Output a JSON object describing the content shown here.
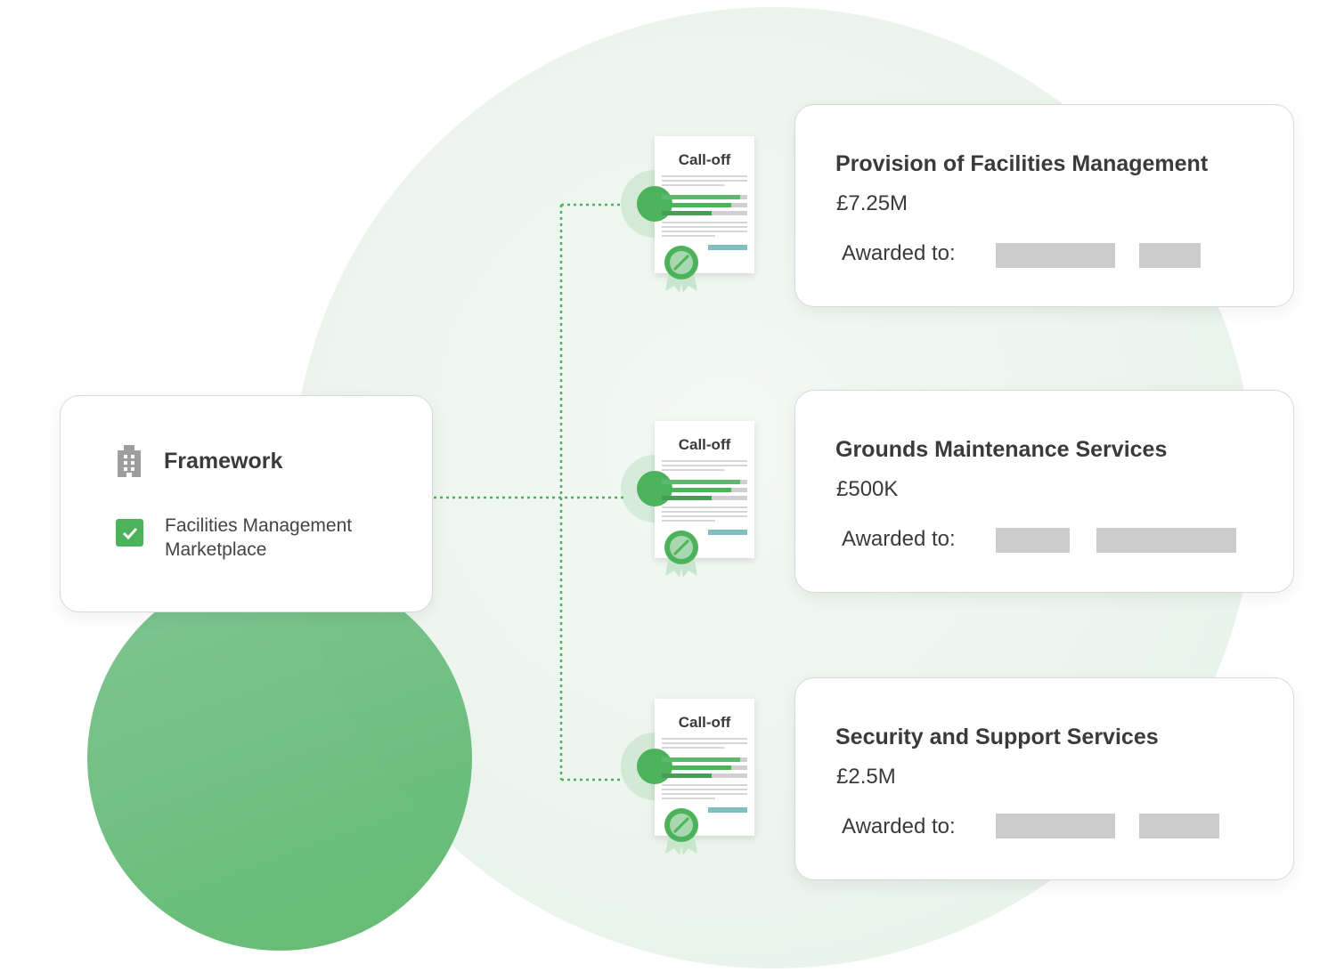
{
  "framework": {
    "title": "Framework",
    "item": "Facilities Management Marketplace",
    "building_icon": "building-icon",
    "check_icon": "checkbox-checked-icon"
  },
  "doc_label": "Call-off",
  "awards": [
    {
      "title": "Provision of Facilities Management",
      "value": "£7.25M",
      "awarded_label": "Awarded to:"
    },
    {
      "title": "Grounds Maintenance Services",
      "value": "£500K",
      "awarded_label": "Awarded to:"
    },
    {
      "title": "Security and Support Services",
      "value": "£2.5M",
      "awarded_label": "Awarded to:"
    }
  ],
  "colors": {
    "accent": "#4cb35a",
    "redaction": "#cccccc",
    "background_circle": "#eaf4ec",
    "teal_bar": "#7fbfbf"
  }
}
